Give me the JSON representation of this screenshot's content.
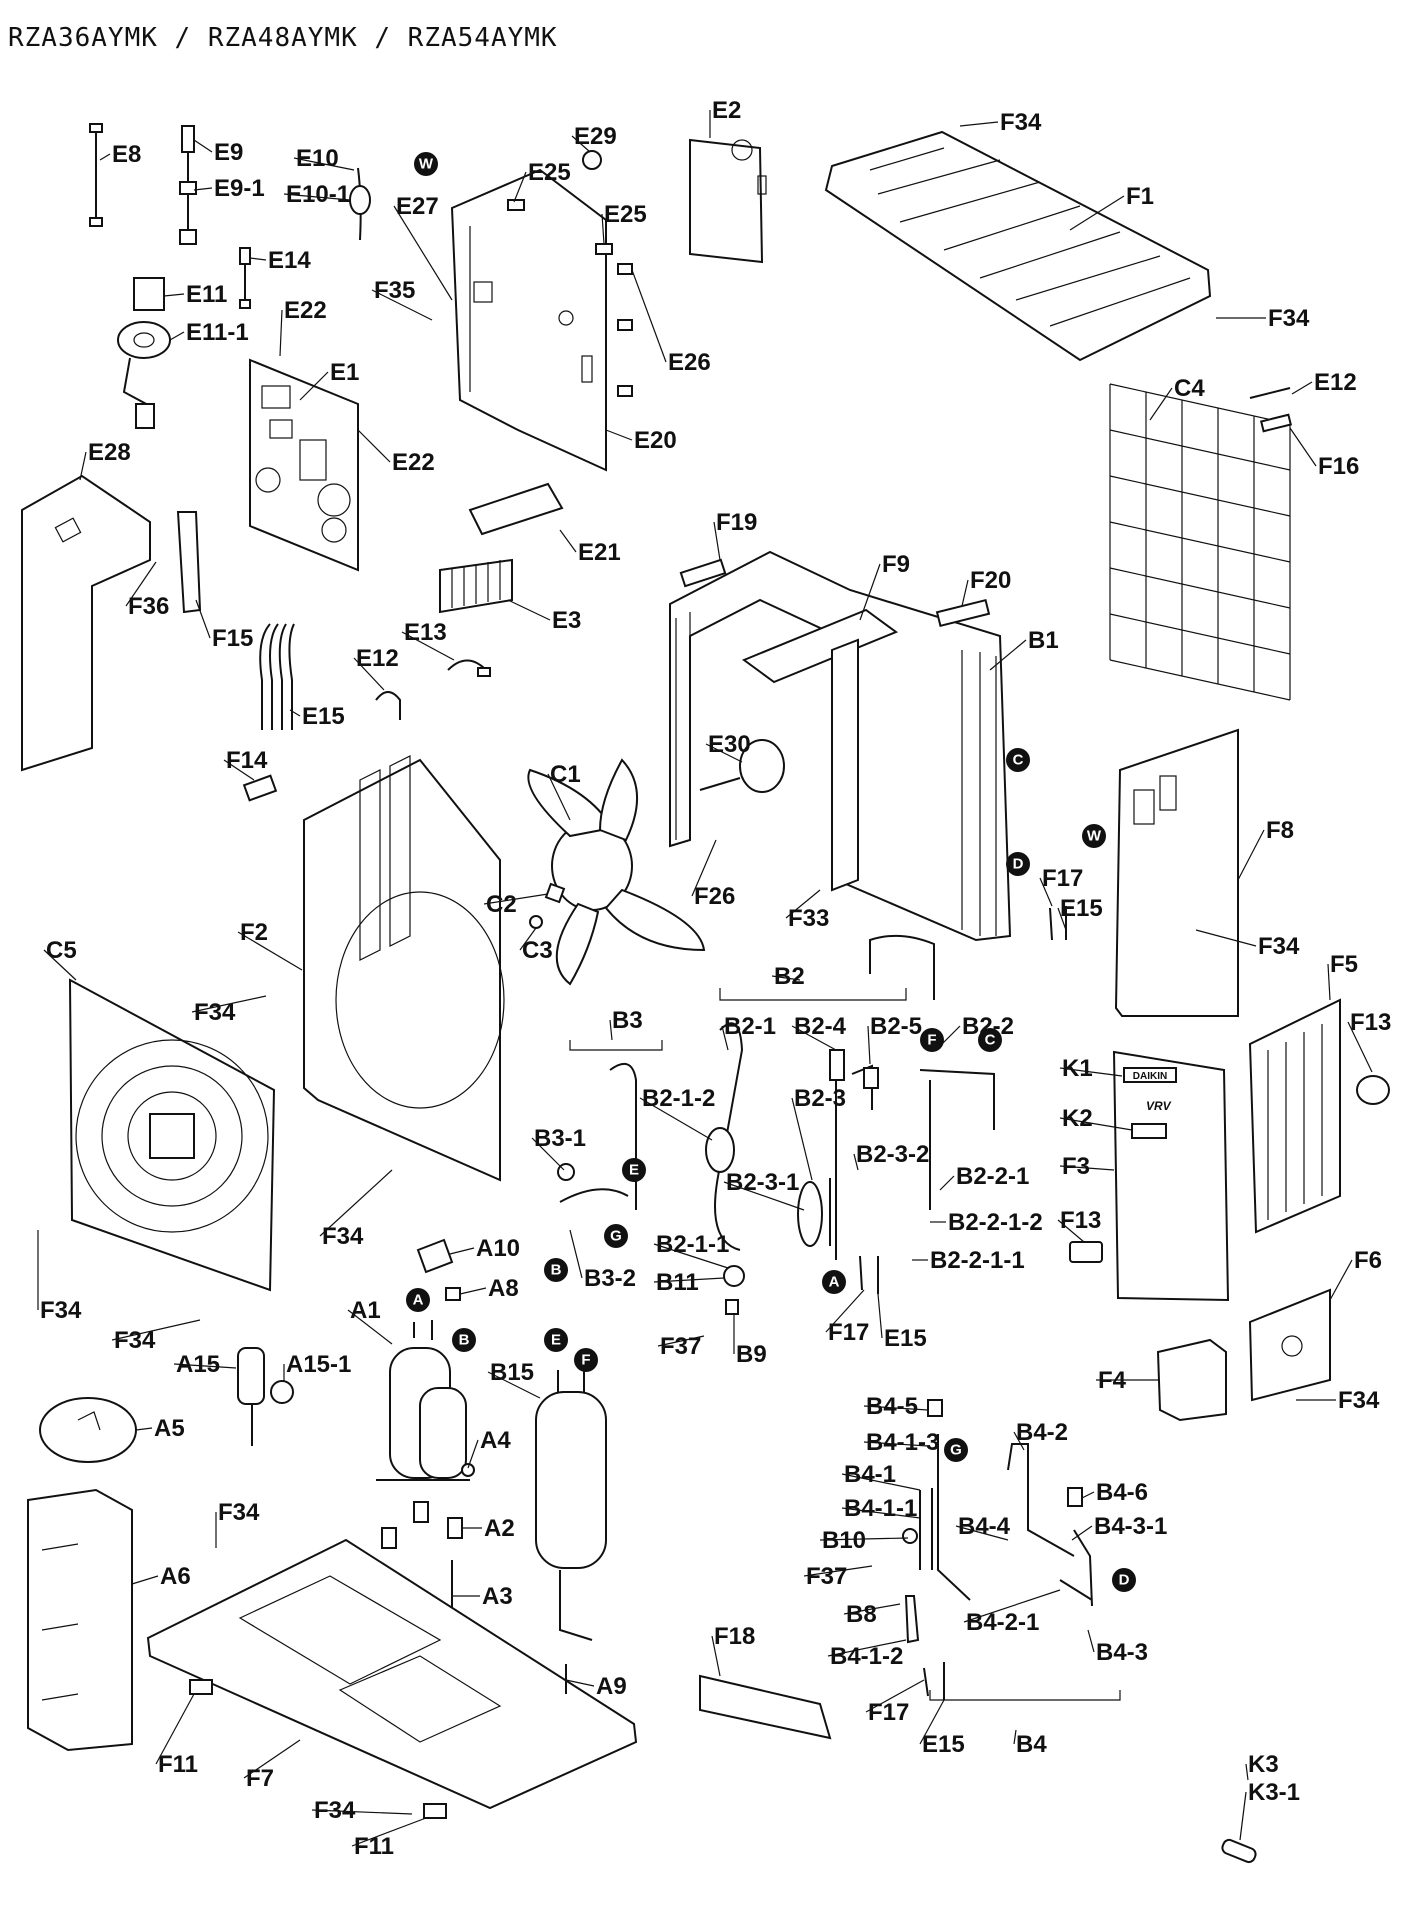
{
  "title": "RZA36AYMK / RZA48AYMK / RZA54AYMK",
  "labels": {
    "E8": "E8",
    "E9": "E9",
    "E9_1": "E9-1",
    "E10": "E10",
    "E10_1": "E10-1",
    "E11": "E11",
    "E11_1": "E11-1",
    "E14": "E14",
    "E22a": "E22",
    "E22b": "E22",
    "E1": "E1",
    "E28": "E28",
    "F36": "F36",
    "F15": "F15",
    "E13": "E13",
    "E15a": "E15",
    "E12a": "E12",
    "E27": "E27",
    "F35": "F35",
    "E25a": "E25",
    "E25b": "E25",
    "E29": "E29",
    "E2": "E2",
    "E26": "E26",
    "E20": "E20",
    "E21": "E21",
    "E3": "E3",
    "F34a": "F34",
    "F1": "F1",
    "F34b": "F34",
    "C4": "C4",
    "E12b": "E12",
    "F16": "F16",
    "F19": "F19",
    "F9": "F9",
    "F20": "F20",
    "B1": "B1",
    "E30": "E30",
    "C1": "C1",
    "F26": "F26",
    "F33": "F33",
    "F17a": "F17",
    "E15b": "E15",
    "F8": "F8",
    "F34c": "F34",
    "F14": "F14",
    "F2": "F2",
    "C2": "C2",
    "C3": "C3",
    "C5": "C5",
    "F34d": "F34",
    "F34e": "F34",
    "F34f": "F34",
    "F34g": "F34",
    "B2": "B2",
    "B3": "B3",
    "B2_1": "B2-1",
    "B2_4": "B2-4",
    "B2_5": "B2-5",
    "B2_2": "B2-2",
    "B2_1_2": "B2-1-2",
    "B2_3": "B2-3",
    "B3_1": "B3-1",
    "B2_3_1": "B2-3-1",
    "B2_3_2": "B2-3-2",
    "B2_2_1": "B2-2-1",
    "B2_2_1_2": "B2-2-1-2",
    "B2_2_1_1": "B2-2-1-1",
    "B3_2": "B3-2",
    "B2_1_1": "B2-1-1",
    "B11": "B11",
    "F37a": "F37",
    "B9": "B9",
    "F17b": "F17",
    "E15c": "E15",
    "F5": "F5",
    "F13a": "F13",
    "K1": "K1",
    "K2": "K2",
    "F3": "F3",
    "F13b": "F13",
    "F6": "F6",
    "F4": "F4",
    "F34h": "F34",
    "A10": "A10",
    "A8": "A8",
    "A1": "A1",
    "A15": "A15",
    "A15_1": "A15-1",
    "B15": "B15",
    "A5": "A5",
    "A4": "A4",
    "A2": "A2",
    "A3": "A3",
    "A6": "A6",
    "F34i": "F34",
    "A9": "A9",
    "F11a": "F11",
    "F7": "F7",
    "F34j": "F34",
    "F11b": "F11",
    "B4_5": "B4-5",
    "B4_1_3": "B4-1-3",
    "B4_1": "B4-1",
    "B4_1_1": "B4-1-1",
    "B4_2": "B4-2",
    "B4_6": "B4-6",
    "B4_4": "B4-4",
    "B4_3_1": "B4-3-1",
    "B10": "B10",
    "F37b": "F37",
    "B8": "B8",
    "B4_2_1": "B4-2-1",
    "B4_3": "B4-3",
    "B4_1_2": "B4-1-2",
    "F18": "F18",
    "F17c": "F17",
    "E15d": "E15",
    "B4": "B4",
    "K3": "K3",
    "K3_1": "K3-1"
  },
  "connection_markers": {
    "W": "W",
    "A": "A",
    "B": "B",
    "C": "C",
    "D": "D",
    "E": "E",
    "F": "F",
    "G": "G"
  },
  "nameplate": {
    "brand": "DAIKIN",
    "model": "VRV"
  }
}
